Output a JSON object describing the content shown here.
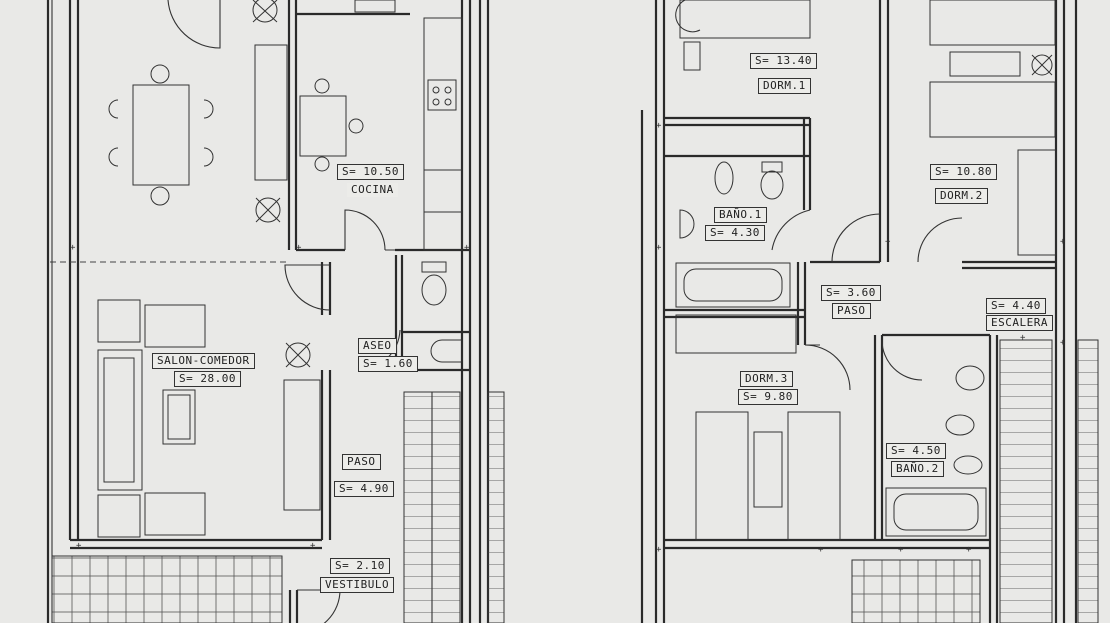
{
  "plan": {
    "ground_floor": {
      "rooms": [
        {
          "id": "cocina",
          "name": "COCINA",
          "area": "S= 10.50"
        },
        {
          "id": "salon",
          "name": "SALON-COMEDOR",
          "area": "S= 28.00"
        },
        {
          "id": "aseo",
          "name": "ASEO",
          "area": "S= 1.60"
        },
        {
          "id": "paso",
          "name": "PASO",
          "area": "S= 4.90"
        },
        {
          "id": "vestibulo",
          "name": "VESTIBULO",
          "area": "S= 2.10"
        }
      ]
    },
    "upper_floor": {
      "rooms": [
        {
          "id": "dorm1",
          "name": "DORM.1",
          "area": "S= 13.40"
        },
        {
          "id": "dorm2",
          "name": "DORM.2",
          "area": "S= 10.80"
        },
        {
          "id": "bano1",
          "name": "BAÑO.1",
          "area": "S= 4.30"
        },
        {
          "id": "paso2",
          "name": "PASO",
          "area": "S= 3.60"
        },
        {
          "id": "escalera",
          "name": "ESCALERA",
          "area": "S= 4.40"
        },
        {
          "id": "dorm3",
          "name": "DORM.3",
          "area": "S= 9.80"
        },
        {
          "id": "bano2",
          "name": "BAÑO.2",
          "area": "S= 4.50"
        }
      ]
    }
  }
}
